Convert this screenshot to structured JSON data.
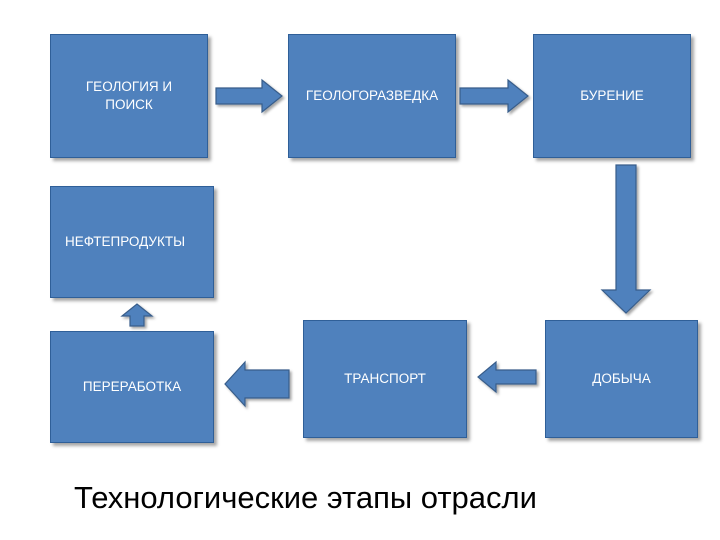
{
  "boxes": {
    "geology": "ГЕОЛОГИЯ И\nПОИСК",
    "exploration": "ГЕОЛОГОРАЗВЕДКА",
    "drilling": "БУРЕНИЕ",
    "petroleum_products": "НЕФТЕПРОДУКТЫ",
    "refining": "ПЕРЕРАБОТКА",
    "transport": "ТРАНСПОРТ",
    "production": "ДОБЫЧА"
  },
  "title": "Технологические этапы отрасли",
  "colors": {
    "box_fill": "#4f81bd",
    "box_border": "#2f5f98",
    "arrow_fill": "#4f81bd",
    "text_on_box": "#ffffff"
  }
}
